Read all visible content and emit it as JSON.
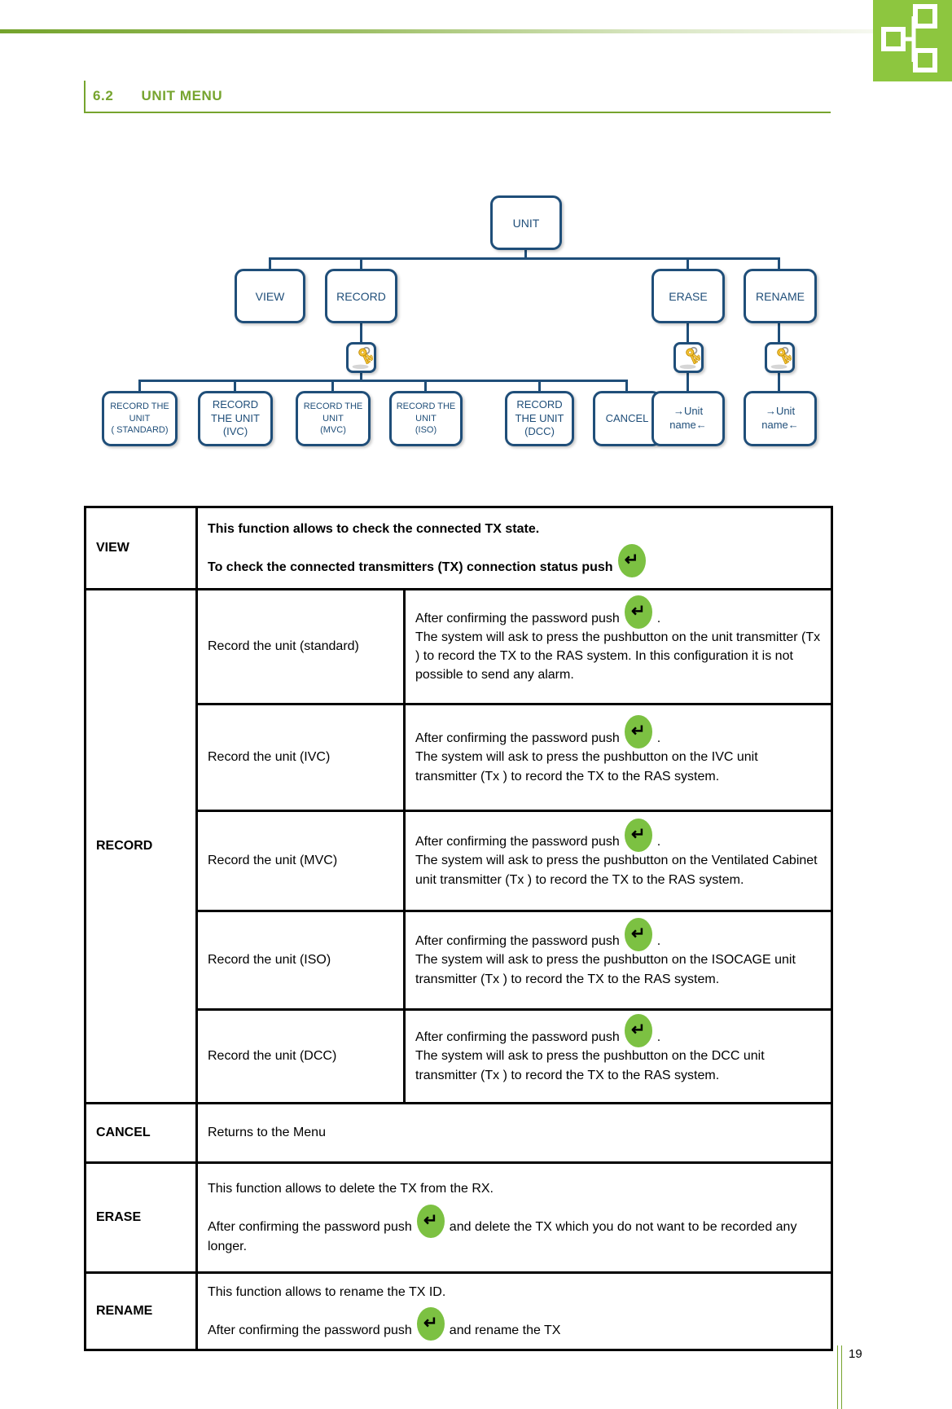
{
  "header": {
    "section_number": "6.2",
    "section_title": "UNIT MENU"
  },
  "footer": {
    "page_number": "19"
  },
  "flowchart": {
    "nodes": {
      "root": "UNIT",
      "view": "VIEW",
      "record": "RECORD",
      "erase": "ERASE",
      "rename": "RENAME",
      "record_standard": "RECORD THE\nUNIT\n( STANDARD)",
      "record_ivc": "RECORD\nTHE UNIT\n(IVC)",
      "record_mvc": "RECORD THE\nUNIT\n(MVC)",
      "record_iso": "RECORD THE\nUNIT\n(ISO)",
      "record_dcc": "RECORD\nTHE UNIT\n(DCC)",
      "cancel": "CANCEL",
      "erase_target": "→Unit\nname←",
      "rename_target": "→Unit\nname←"
    },
    "icon_names": {
      "key": "password-keys-icon",
      "logo": "network-tree-logo"
    }
  },
  "icons": {
    "enter_key_glyph": "↵"
  },
  "table": {
    "view": {
      "label": "VIEW",
      "line1": "This function allows to check the connected TX state.",
      "line2": "To check  the connected transmitters (TX) connection status push"
    },
    "record": {
      "label": "RECORD",
      "rows": [
        {
          "label": "Record the unit (standard)",
          "push": "After confirming the password push",
          "push_suffix": ".",
          "desc": "The system will ask to press the pushbutton on the unit transmitter (Tx ) to record the TX to the RAS system. In this configuration it is not possible to send any alarm."
        },
        {
          "label": "Record the unit (IVC)",
          "push": "After confirming the password push",
          "push_suffix": ".",
          "desc": "The system will ask to press the pushbutton on the IVC unit transmitter (Tx ) to record the TX to the RAS system."
        },
        {
          "label": "Record the unit (MVC)",
          "push": "After confirming the password push",
          "push_suffix": ".",
          "desc": "The system will ask to press the pushbutton on the Ventilated Cabinet unit transmitter (Tx ) to record the TX to the RAS system."
        },
        {
          "label": "Record the unit (ISO)",
          "push": "After confirming the password push",
          "push_suffix": ".",
          "desc": "The system will ask to press the pushbutton on the ISOCAGE unit transmitter (Tx ) to record the TX to the RAS system."
        },
        {
          "label": "Record the unit (DCC)",
          "push": "After confirming the password push",
          "push_suffix": ".",
          "desc": "The system will ask to press the pushbutton on the DCC unit transmitter (Tx ) to record the TX to the RAS system."
        }
      ]
    },
    "cancel": {
      "label": "CANCEL",
      "desc": "Returns to the Menu"
    },
    "erase": {
      "label": "ERASE",
      "line1": "This function allows to delete the TX from the RX.",
      "line2_before": "After confirming the password push",
      "line2_after": "and delete the TX which you do not want to be recorded any longer."
    },
    "rename": {
      "label": "RENAME",
      "line1": "This function allows to rename the TX ID.",
      "line2_before": "After confirming the password push",
      "line2_after": "and rename the TX"
    }
  },
  "colors": {
    "accent_green": "#76A42E",
    "logo_green": "#8DC63F",
    "enter_icon_green": "#7CC142",
    "diagram_navy": "#1F4E79"
  }
}
